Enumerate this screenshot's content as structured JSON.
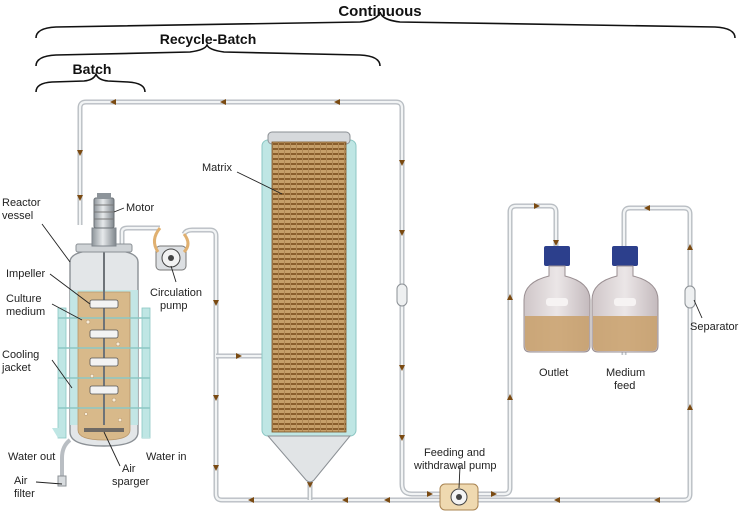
{
  "headers": {
    "continuous": "Continuous",
    "recycle_batch": "Recycle-Batch",
    "batch": "Batch"
  },
  "labels": {
    "motor": "Motor",
    "reactor_vessel": [
      "Reactor",
      "vessel"
    ],
    "impeller": "Impeller",
    "culture_medium": [
      "Culture",
      "medium"
    ],
    "cooling_jacket": [
      "Cooling",
      "jacket"
    ],
    "water_out": "Water out",
    "water_in": "Water in",
    "air_filter": [
      "Air",
      "filter"
    ],
    "air_sparger": [
      "Air",
      "sparger"
    ],
    "circulation_pump": [
      "Circulation",
      "pump"
    ],
    "matrix": "Matrix",
    "feeding_pump": [
      "Feeding and",
      "withdrawal pump"
    ],
    "outlet": "Outlet",
    "medium_feed": [
      "Medium",
      "feed"
    ],
    "separator": "Separator"
  },
  "colors": {
    "tube": "#b9bec3",
    "flow_arrow": "#7a4a12",
    "medium": "#d8b98a",
    "cooling": "#bfe6e4",
    "matrix": "#a87a44",
    "cap": "#2c3f8c"
  }
}
